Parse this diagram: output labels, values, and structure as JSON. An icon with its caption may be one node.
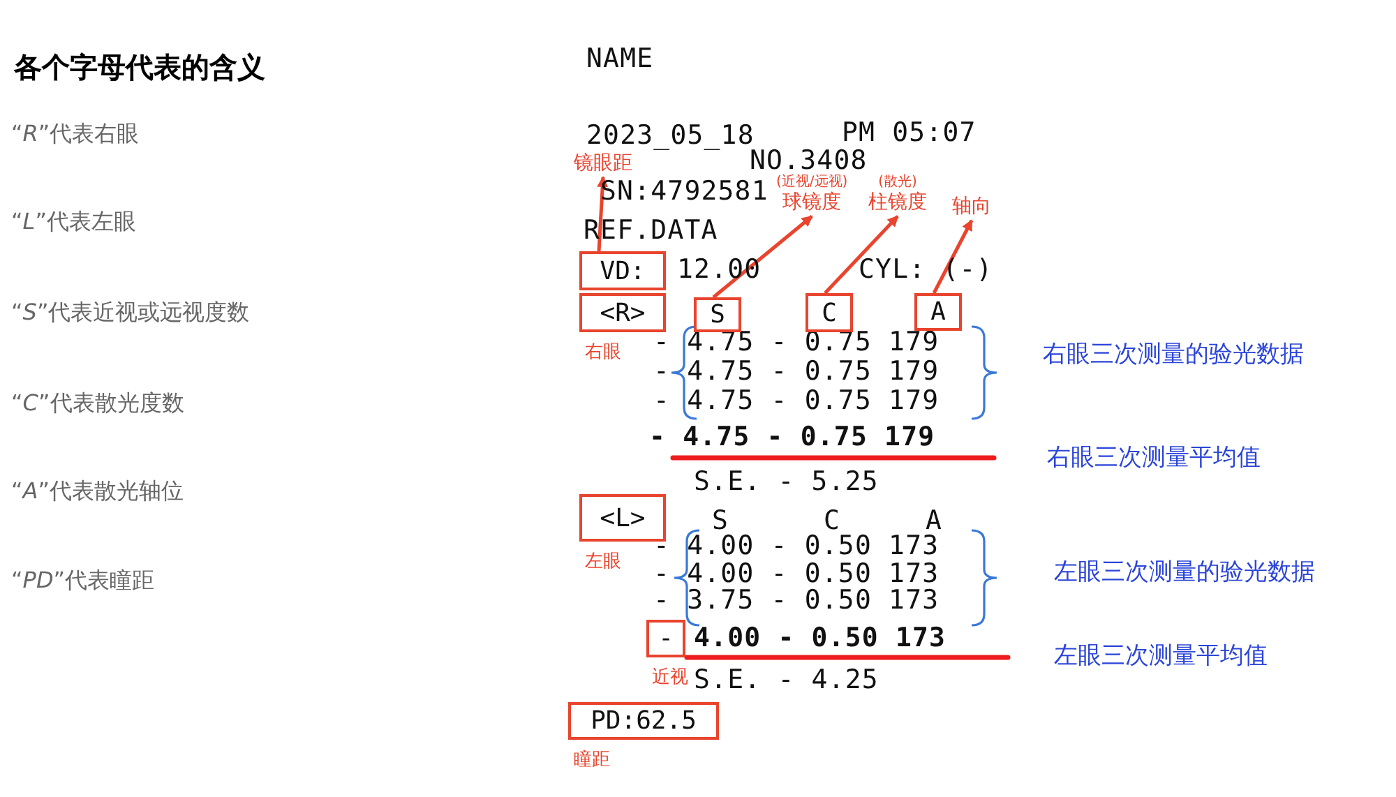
{
  "diagram": {
    "title": "各个字母代表的含义",
    "nodes": [
      {
        "text": [
          "镜眼距"
        ]
      },
      {
        "text": [
          "(近视/远视)",
          "球镜度"
        ]
      },
      {
        "text": [
          "(散光)",
          "柱镜度"
        ]
      },
      {
        "text": [
          "轴向"
        ]
      },
      {
        "text": [
          "VD:"
        ]
      },
      {
        "text": [
          "<R>"
        ],
        "beside": [
          "右眼"
        ]
      },
      {
        "text": [
          "S"
        ]
      },
      {
        "text": [
          "C"
        ]
      },
      {
        "text": [
          "A"
        ]
      },
      {
        "text": [
          "<L>"
        ],
        "beside": [
          "左眼"
        ]
      },
      {
        "text": [
          "-"
        ],
        "beside": [
          "近视"
        ]
      },
      {
        "text": [
          "PD:62.5"
        ],
        "beside": [
          "瞳距"
        ]
      }
    ],
    "edges": [
      {
        "from": 4,
        "to": 0,
        "arrow": "to"
      },
      {
        "from": 6,
        "to": 1,
        "arrow": "to"
      },
      {
        "from": 7,
        "to": 2,
        "arrow": "to"
      },
      {
        "from": 8,
        "to": 3,
        "arrow": "to"
      }
    ],
    "labels": [
      "“*R*”代表右眼",
      "“*L*”代表左眼",
      "“*S*”代表近视或远视度数",
      "“*C*”代表散光度数",
      "“*A*”代表散光轴位",
      "“*PD*”代表瞳距",
      "NAME",
      "2023_05_18",
      "PM 05:07",
      "NO.3408",
      "SN:4792581",
      "REF.DATA",
      "12.00",
      "CYL: (-)",
      "- 4.75 - 0.75 179",
      "- 4.75 - 0.75 179",
      "- 4.75 - 0.75 179",
      "- 4.75 - 0.75 179",
      "S.E. - 5.25",
      "S",
      "C",
      "A",
      "- 4.00 - 0.50 173",
      "- 4.00 - 0.50 173",
      "- 3.75 - 0.50 173",
      "4.00 - 0.50 173",
      "S.E. - 4.25",
      "右眼三次测量的验光数据",
      "右眼三次测量平均值",
      "左眼三次测量的验光数据",
      "左眼三次测量平均值"
    ]
  }
}
